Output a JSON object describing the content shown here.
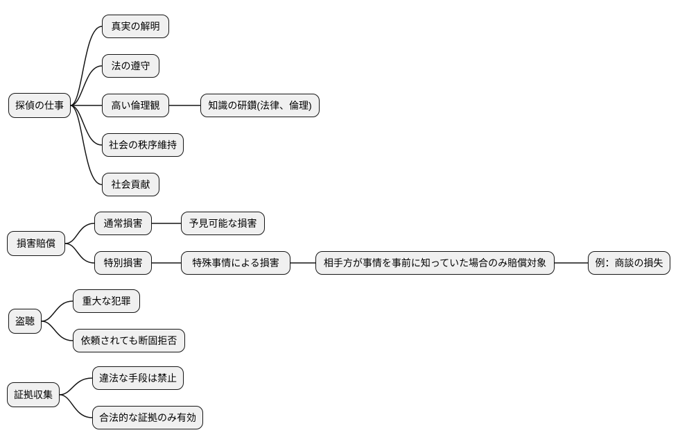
{
  "diagram": {
    "type": "mindmap",
    "background_color": "#ffffff",
    "node_fill_color": "#f0f0f0",
    "node_border_color": "#141414",
    "edge_color": "#141414",
    "trees": [
      {
        "root": {
          "label": "探偵の仕事"
        },
        "children": [
          {
            "label": "真実の解明"
          },
          {
            "label": "法の遵守"
          },
          {
            "label": "高い倫理観",
            "children": [
              {
                "label": "知識の研鑽(法律、倫理)"
              }
            ]
          },
          {
            "label": "社会の秩序維持"
          },
          {
            "label": "社会貢献"
          }
        ]
      },
      {
        "root": {
          "label": "損害賠償"
        },
        "children": [
          {
            "label": "通常損害",
            "children": [
              {
                "label": "予見可能な損害"
              }
            ]
          },
          {
            "label": "特別損害",
            "children": [
              {
                "label": "特殊事情による損害",
                "children": [
                  {
                    "label": "相手方が事情を事前に知っていた場合のみ賠償対象",
                    "children": [
                      {
                        "label": "例：商談の損失"
                      }
                    ]
                  }
                ]
              }
            ]
          }
        ]
      },
      {
        "root": {
          "label": "盗聴"
        },
        "children": [
          {
            "label": "重大な犯罪"
          },
          {
            "label": "依頼されても断固拒否"
          }
        ]
      },
      {
        "root": {
          "label": "証拠収集"
        },
        "children": [
          {
            "label": "違法な手段は禁止"
          },
          {
            "label": "合法的な証拠のみ有効"
          }
        ]
      }
    ]
  }
}
